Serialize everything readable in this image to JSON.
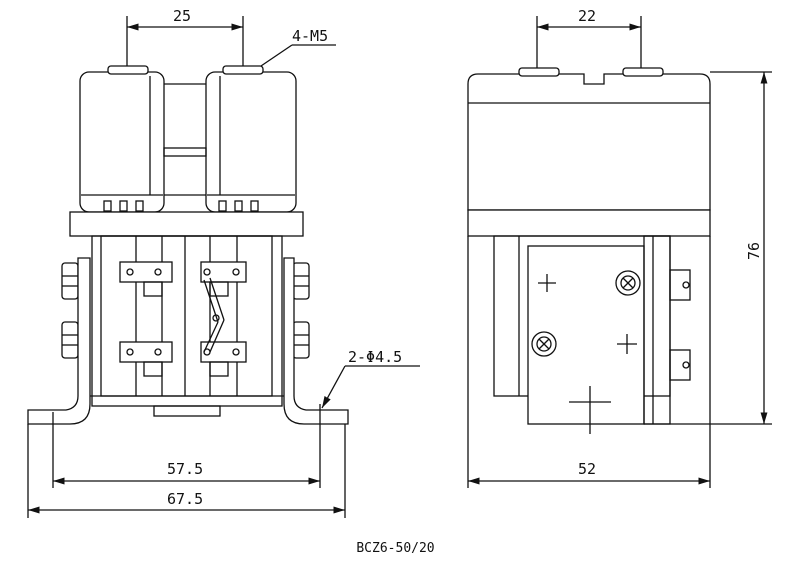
{
  "dimensions": {
    "front_terminal_spacing": "25",
    "front_thread": "4-M5",
    "front_mount_holes": "2-Φ4.5",
    "front_hole_spacing": "57.5",
    "front_overall_width": "67.5",
    "side_terminal_spacing": "22",
    "side_height": "76",
    "side_width": "52"
  },
  "caption": "BCZ6-50/20"
}
